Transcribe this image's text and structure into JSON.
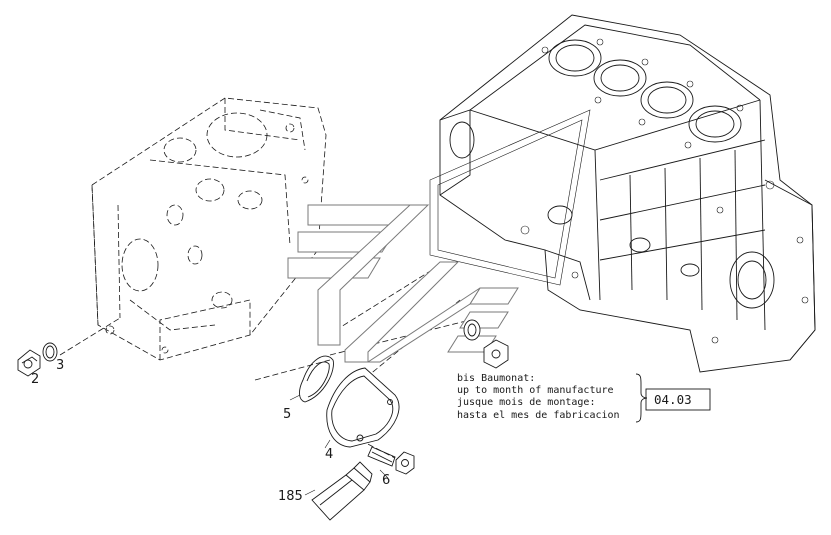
{
  "callouts": {
    "part_2": "2",
    "part_3": "3",
    "part_5": "5",
    "part_4": "4",
    "part_6": "6",
    "part_185": "185"
  },
  "note": {
    "line_1": "bis Baumonat:",
    "line_2": "up to month of manufacture",
    "line_3": "jusque mois de montage:",
    "line_4": "hasta el mes de fabricacion"
  },
  "date_code": "04.03"
}
